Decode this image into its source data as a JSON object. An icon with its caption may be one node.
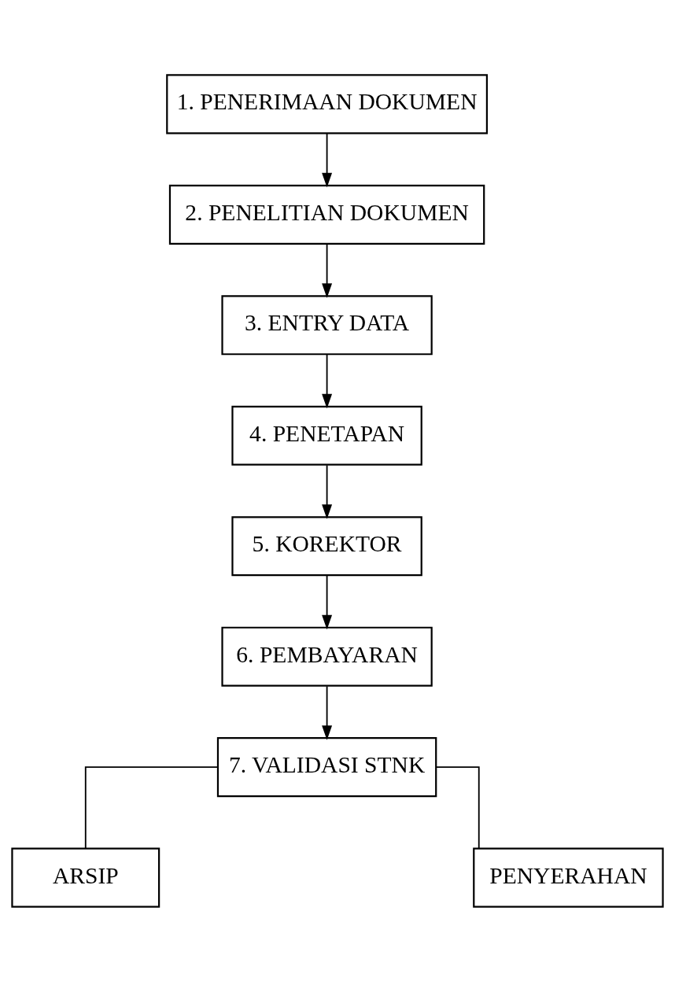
{
  "diagram": {
    "nodes": [
      {
        "text": [
          "1. PENERIMAAN DOKUMEN"
        ]
      },
      {
        "text": [
          "2. PENELITIAN DOKUMEN"
        ]
      },
      {
        "text": [
          "3. ENTRY DATA"
        ]
      },
      {
        "text": [
          "4. PENETAPAN"
        ]
      },
      {
        "text": [
          "5. KOREKTOR"
        ]
      },
      {
        "text": [
          "6. PEMBAYARAN"
        ]
      },
      {
        "text": [
          "7. VALIDASI STNK"
        ]
      },
      {
        "text": [
          "ARSIP"
        ]
      },
      {
        "text": [
          "PENYERAHAN"
        ]
      }
    ],
    "edges": [
      {
        "from": 0,
        "to": 1,
        "arrow": "to"
      },
      {
        "from": 1,
        "to": 2,
        "arrow": "to"
      },
      {
        "from": 2,
        "to": 3,
        "arrow": "to"
      },
      {
        "from": 3,
        "to": 4,
        "arrow": "to"
      },
      {
        "from": 4,
        "to": 5,
        "arrow": "to"
      },
      {
        "from": 5,
        "to": 6,
        "arrow": "to"
      },
      {
        "from": 6,
        "to": 7,
        "arrow": "none"
      },
      {
        "from": 6,
        "to": 8,
        "arrow": "none"
      }
    ]
  }
}
